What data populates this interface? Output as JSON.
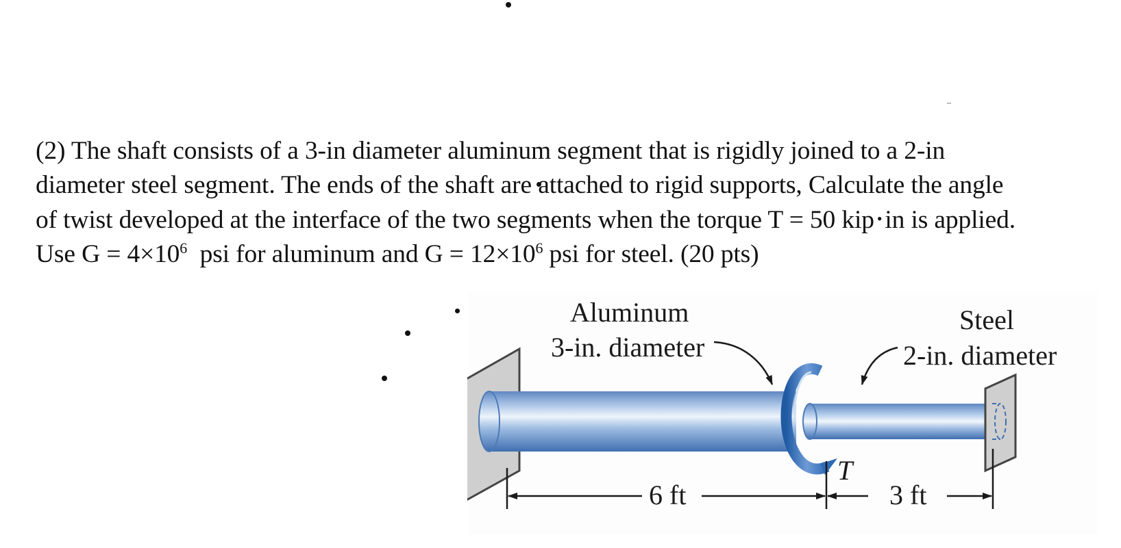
{
  "problem": {
    "number": "(2)",
    "line1": "The shaft consists of a 3-in diameter aluminum segment that is rigidly joined to a 2-in",
    "line2": "diameter steel segment. The ends of the shaft are attached to rigid supports, Calculate the angle",
    "line3_pre": "of twist developed at the interface of the two segments when the torque T = 50 kip",
    "line3_dot": "•",
    "line3_post": "in is applied.",
    "line4_a": "Use G = 4×10",
    "line4_exp1": "6",
    "line4_b": "psi for aluminum and G = 12×10",
    "line4_exp2": "6",
    "line4_c": "psi for steel. (20 pts)"
  },
  "figure": {
    "aluminum_title": "Aluminum",
    "aluminum_diameter": "3-in. diameter",
    "steel_title": "Steel",
    "steel_diameter": "2-in. diameter",
    "torque_symbol": "T",
    "length_aluminum": "6 ft",
    "length_steel": "3 ft",
    "colors": {
      "shaft_blue": "#6f95c9",
      "shaft_highlight": "#eef4fb",
      "shaft_dark": "#3f6fb0",
      "torque_arrow": "#2f6bb5",
      "wall_fill": "#cfcfcf",
      "wall_stroke": "#444444"
    }
  }
}
